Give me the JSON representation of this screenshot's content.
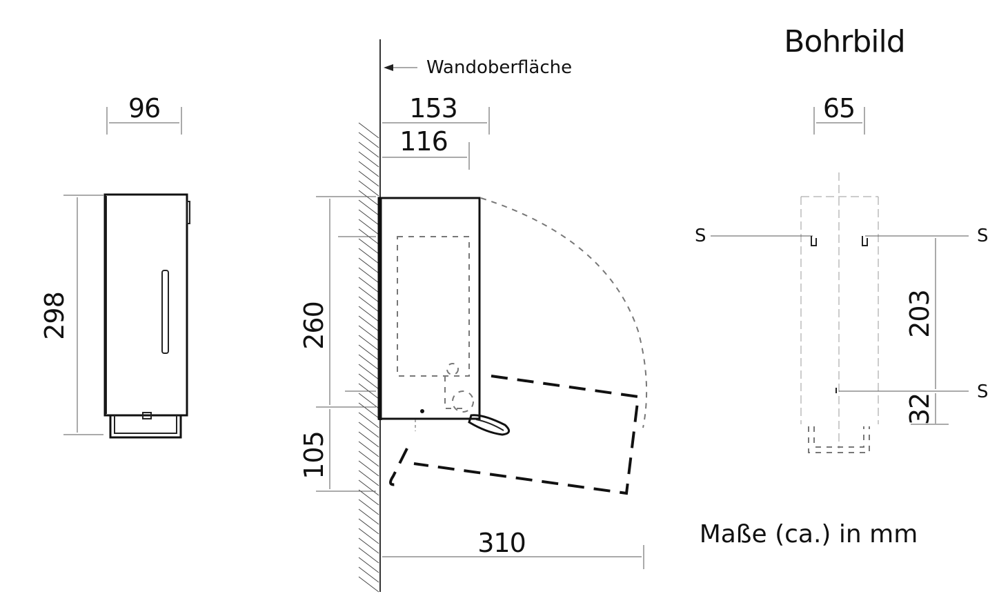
{
  "title": "Bohrbild",
  "wall_label": "Wandoberfläche",
  "unit_note": "Maße (ca.) in mm",
  "front_view": {
    "width": "96",
    "height": "298"
  },
  "side_view": {
    "depth_total": "153",
    "depth_body": "116",
    "height_body": "260",
    "height_below": "105",
    "open_reach": "310"
  },
  "drill_pattern": {
    "hole_spacing": "65",
    "vertical_spacing": "203",
    "bottom_offset": "32",
    "screw_labels": [
      "S",
      "S",
      "S"
    ]
  }
}
